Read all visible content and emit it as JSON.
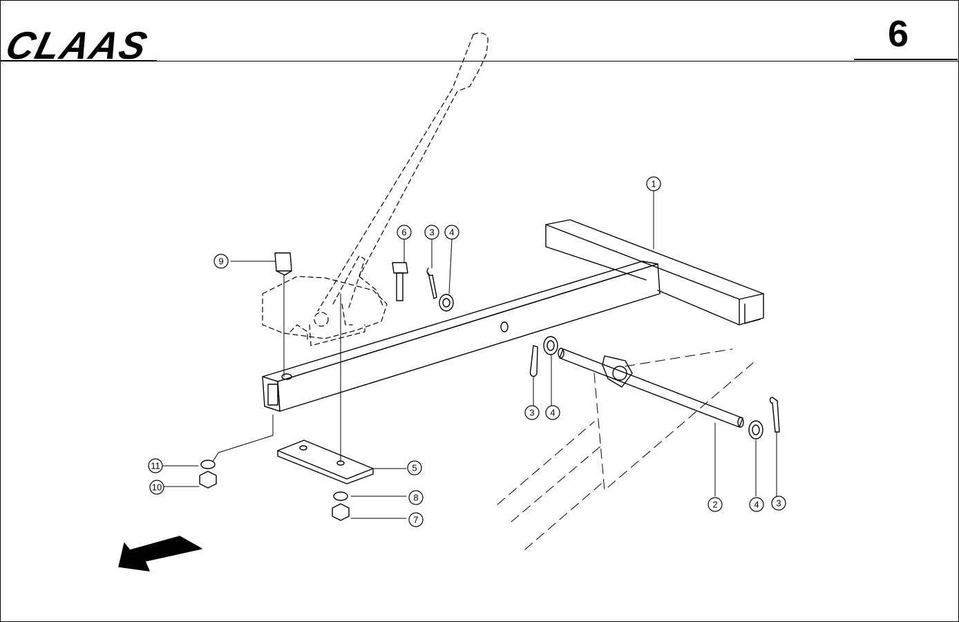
{
  "header": {
    "brand": "CLAAS",
    "page_number": "6"
  },
  "callouts": [
    {
      "id": "c1",
      "label": "1"
    },
    {
      "id": "c2",
      "label": "2"
    },
    {
      "id": "c3a",
      "label": "3"
    },
    {
      "id": "c3b",
      "label": "3"
    },
    {
      "id": "c3c",
      "label": "3"
    },
    {
      "id": "c4a",
      "label": "4"
    },
    {
      "id": "c4b",
      "label": "4"
    },
    {
      "id": "c4c",
      "label": "4"
    },
    {
      "id": "c5",
      "label": "5"
    },
    {
      "id": "c6",
      "label": "6"
    },
    {
      "id": "c7",
      "label": "7"
    },
    {
      "id": "c8",
      "label": "8"
    },
    {
      "id": "c9",
      "label": "9"
    },
    {
      "id": "c10",
      "label": "10"
    },
    {
      "id": "c11",
      "label": "11"
    }
  ],
  "icons": {
    "direction": "direction-arrow-icon"
  }
}
